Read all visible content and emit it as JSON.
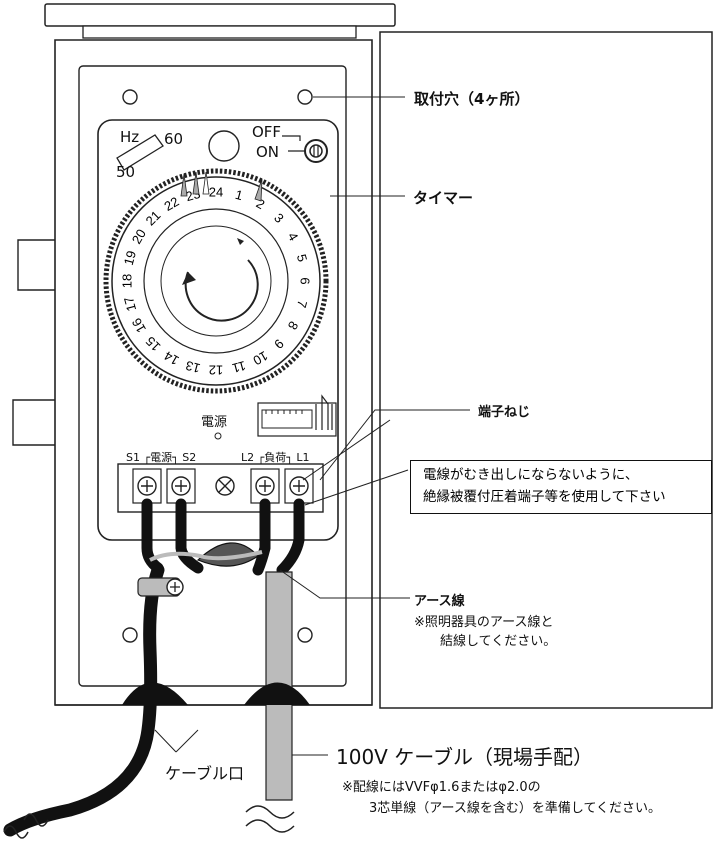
{
  "labels": {
    "mount_holes": "取付穴（4ヶ所）",
    "timer": "タイマー",
    "terminal_screw": "端子ねじ",
    "warning_line1": "電線がむき出しにならないように、",
    "warning_line2": "絶縁被覆付圧着端子等を使用して下さい",
    "earth_wire": "アース線",
    "earth_note_line1": "※照明器具のアース線と",
    "earth_note_line2": "結線してください。",
    "cable": "100V ケーブル（現場手配）",
    "cable_note_line1": "※配線にはVVFφ1.6またはφ2.0の",
    "cable_note_line2": "3芯単線（アース線を含む）を準備してください。",
    "cable_port": "ケーブル口"
  },
  "device": {
    "hz": "Hz",
    "hz_60": "60",
    "hz_50": "50",
    "off": "OFF",
    "on": "ON",
    "power": "電源",
    "terminals_left": "S1 ┌電源┐ S2",
    "terminals_right": "L2 ┌負荷┐ L1",
    "dial_hours": [
      "24",
      "1",
      "2",
      "3",
      "4",
      "5",
      "6",
      "7",
      "8",
      "9",
      "10",
      "11",
      "12",
      "13",
      "14",
      "15",
      "16",
      "17",
      "18",
      "19",
      "20",
      "21",
      "22",
      "23"
    ]
  }
}
